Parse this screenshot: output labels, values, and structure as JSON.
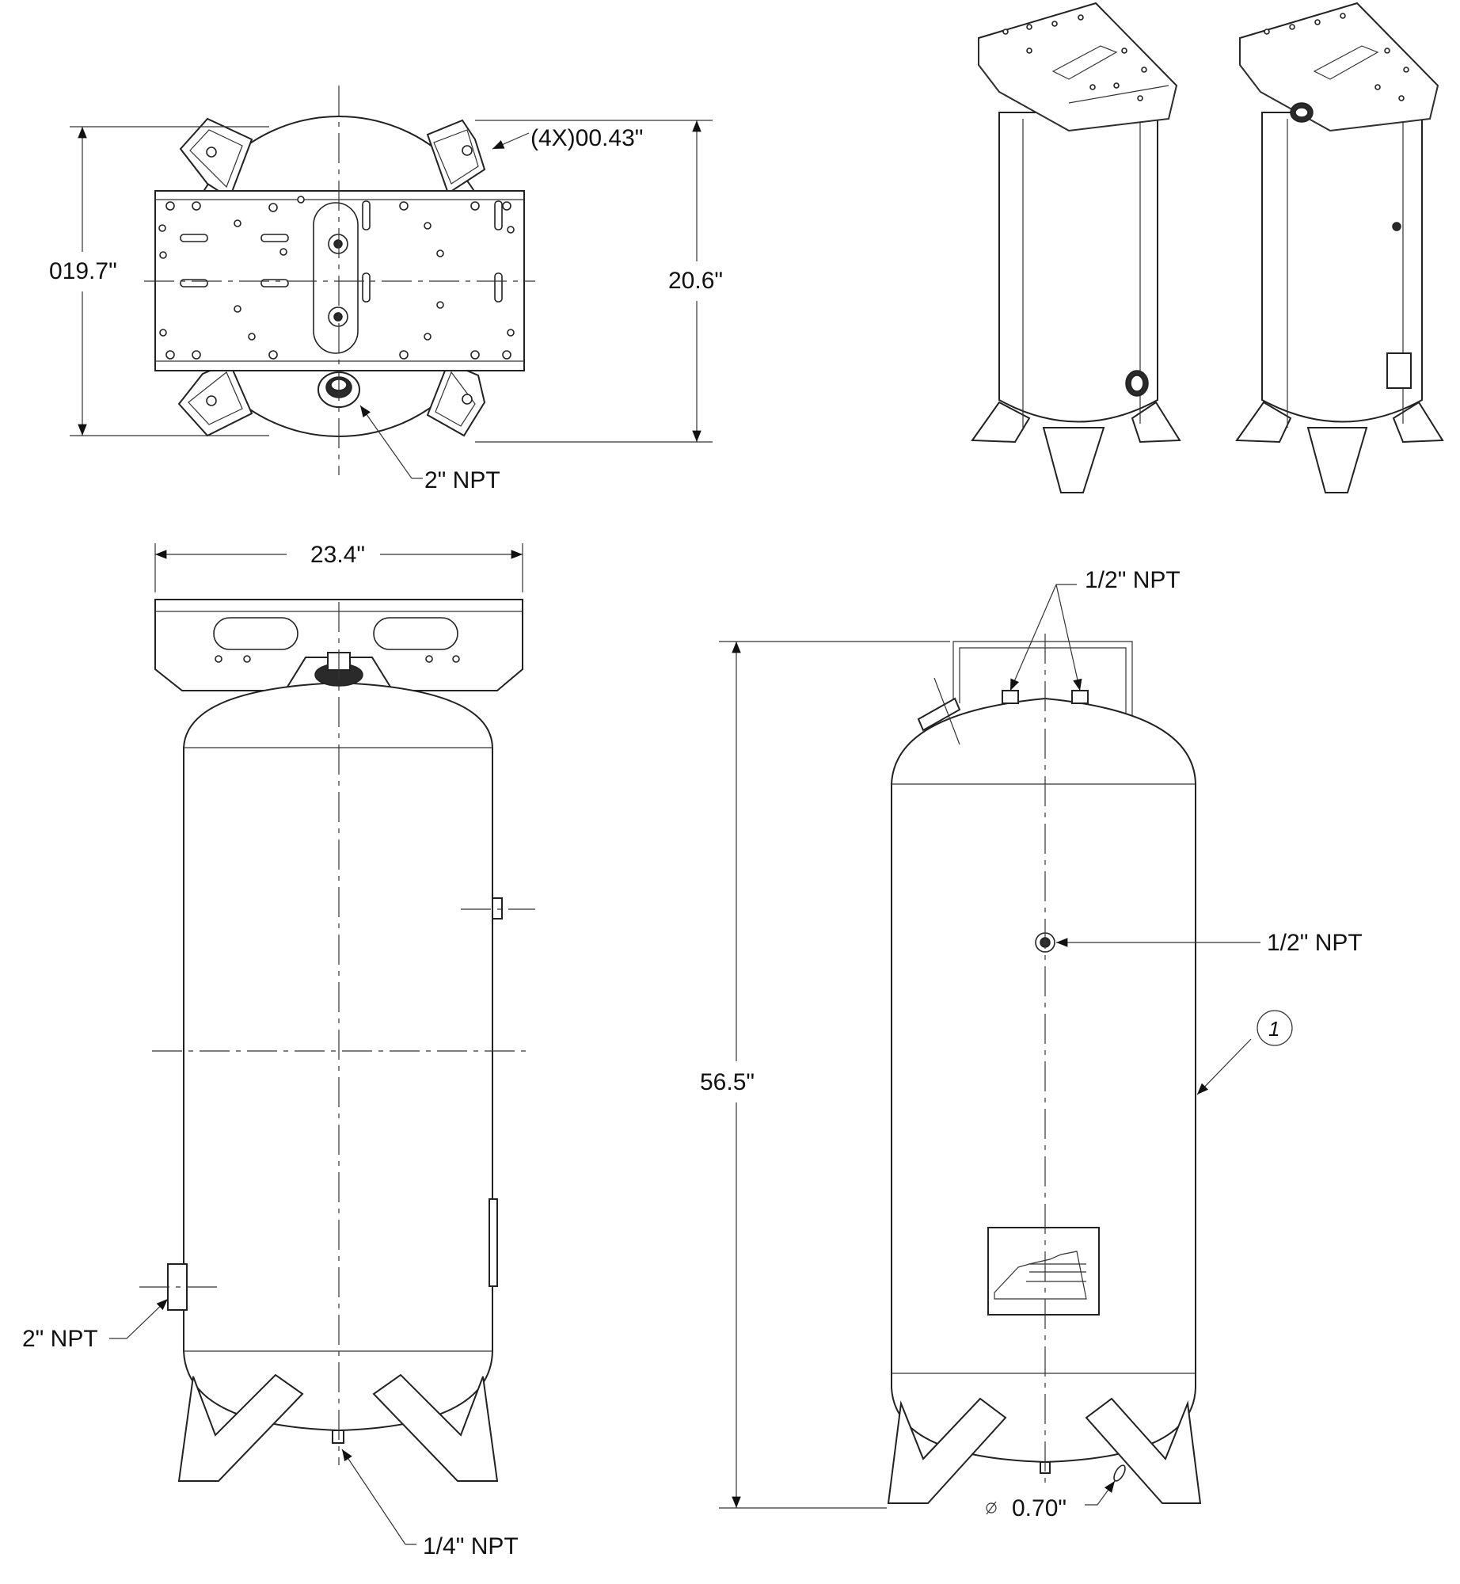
{
  "top_view": {
    "hole_callout": "(4X)00.43\"",
    "dia_width": "019.7\"",
    "height": "20.6\"",
    "port": "2\" NPT"
  },
  "front_view": {
    "width": "23.4\"",
    "side_port": "2\" NPT",
    "drain_port": "1/4\" NPT"
  },
  "side_view": {
    "top_ports": "1/2\" NPT",
    "mid_port": "1/2\" NPT",
    "height": "56.5\"",
    "hole_dia": "0.70\"",
    "balloon": "1"
  }
}
